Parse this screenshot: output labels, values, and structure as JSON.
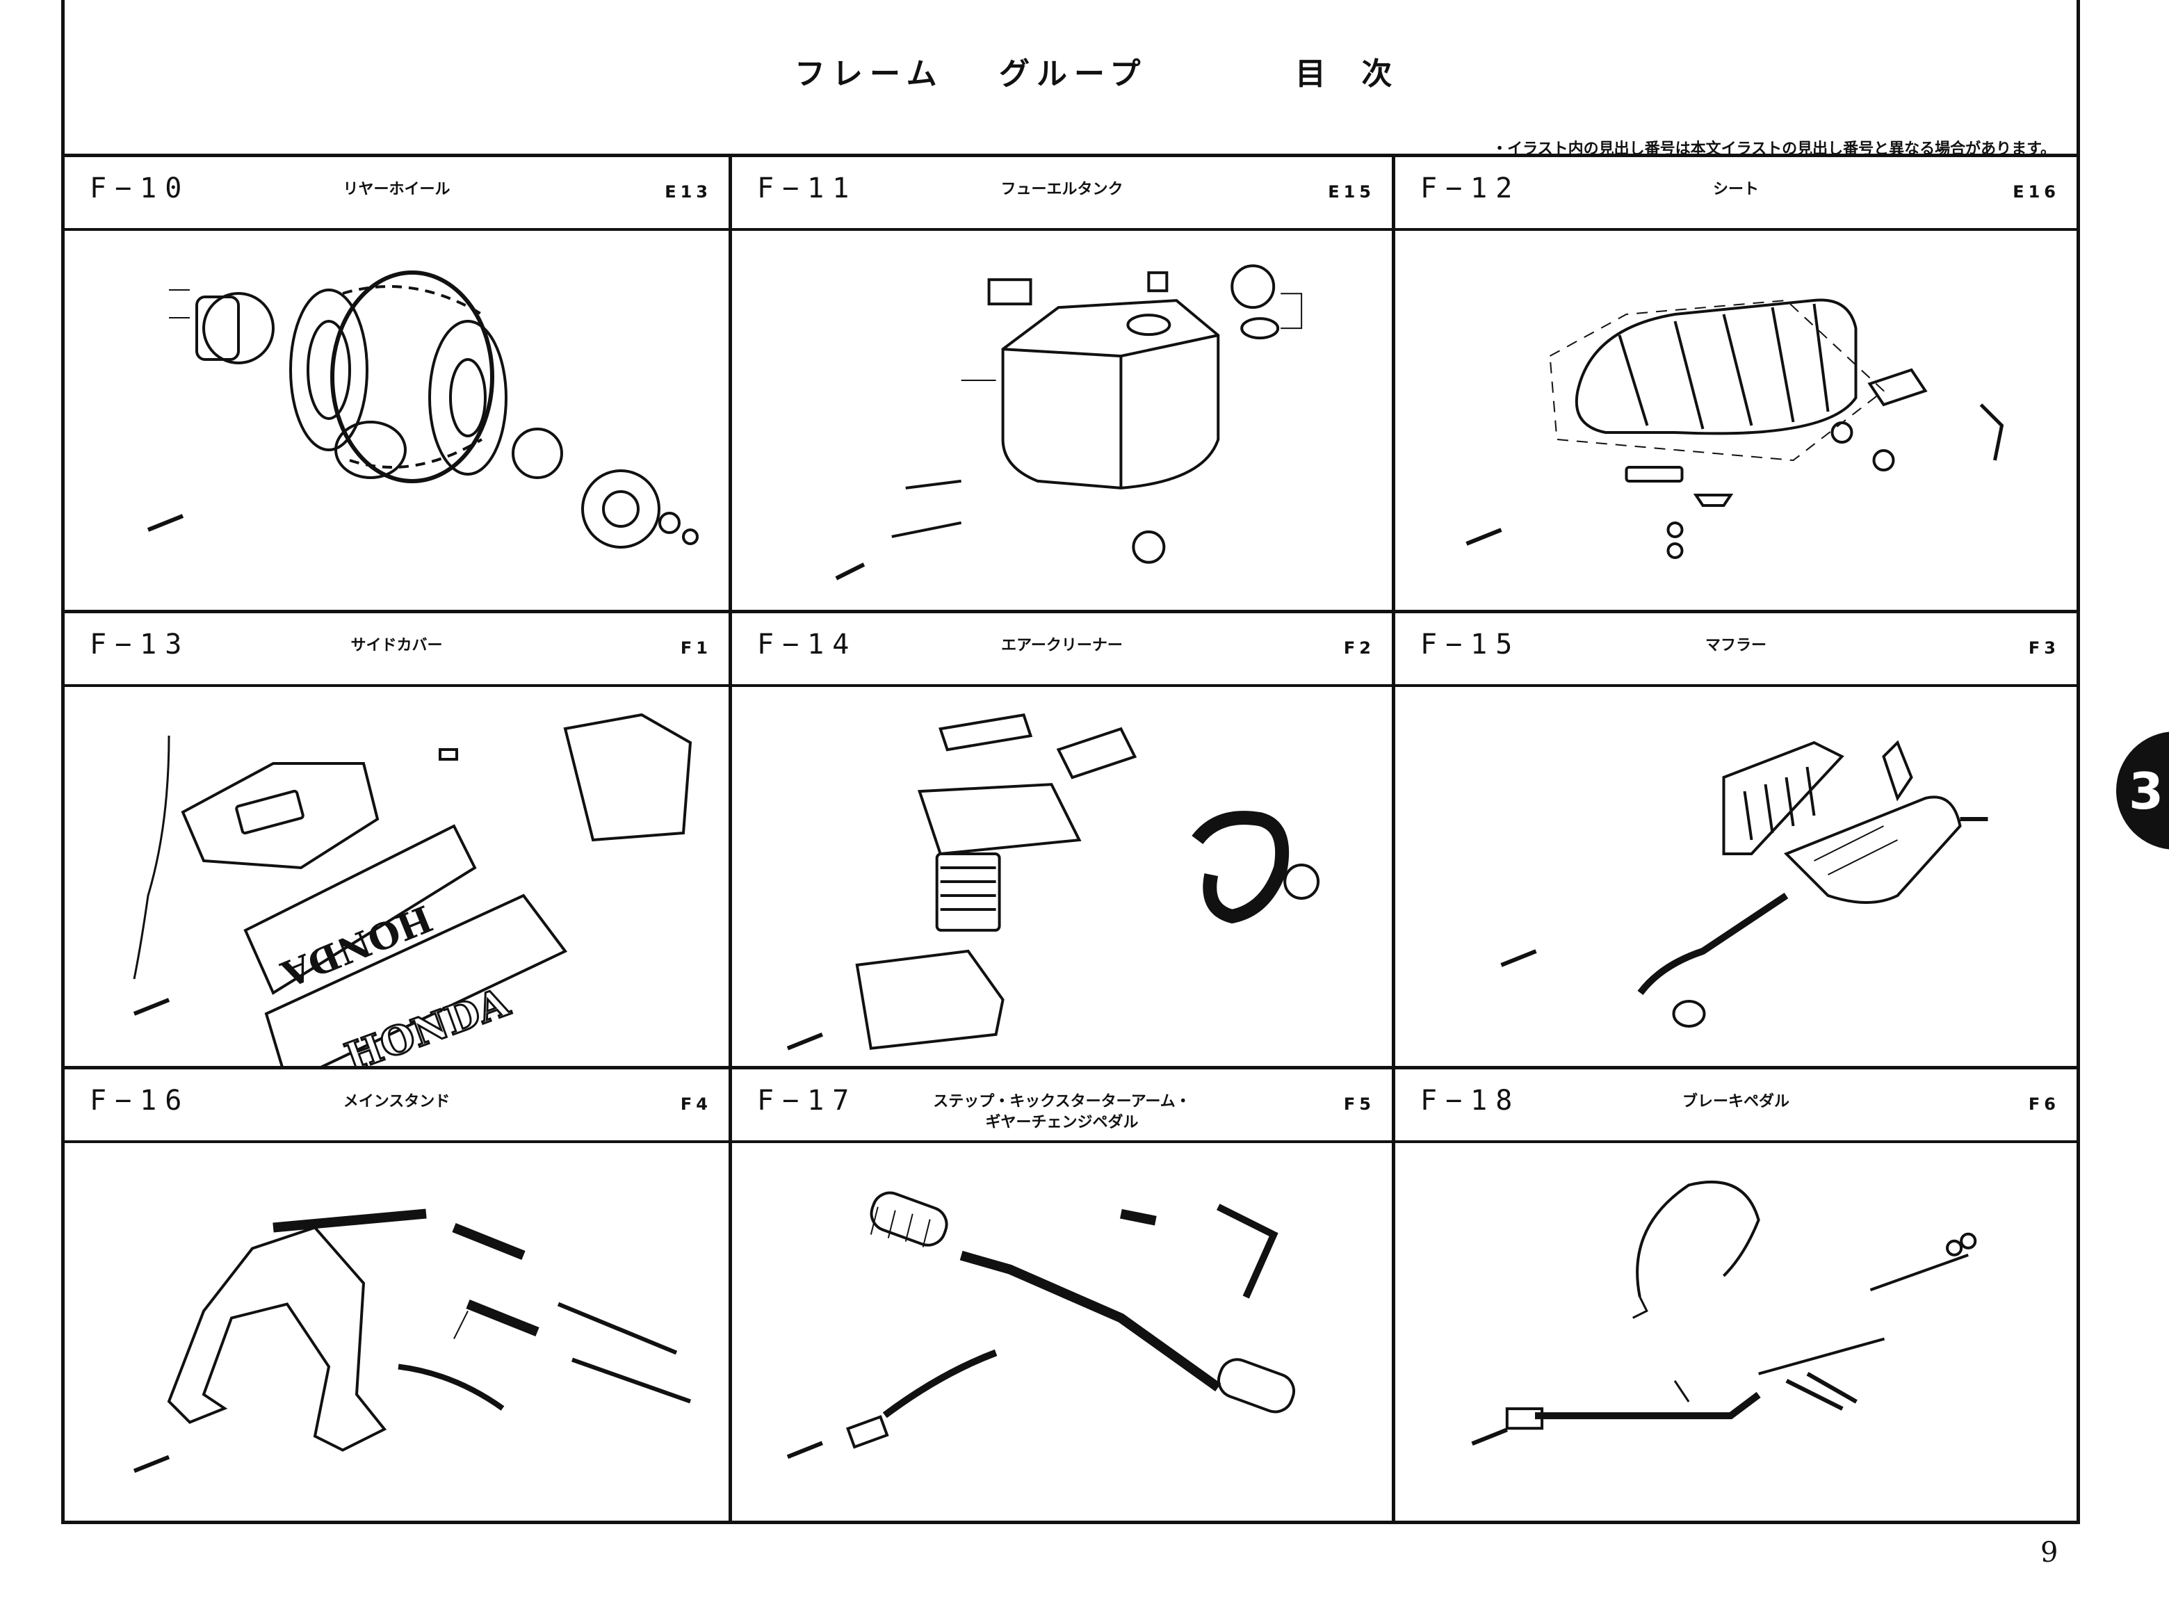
{
  "header": {
    "title": "フレーム　 グループ",
    "toc_label": "目 次",
    "note": "・イラスト内の見出し番号は本文イラストの見出し番号と異なる場合があります。"
  },
  "sections": [
    {
      "code": "F−10",
      "name": "リヤーホイール",
      "name2": "",
      "ref": "E13",
      "illustration": "rear-wheel-exploded-view"
    },
    {
      "code": "F−11",
      "name": "フューエルタンク",
      "name2": "",
      "ref": "E15",
      "illustration": "fuel-tank-exploded-view"
    },
    {
      "code": "F−12",
      "name": "シート",
      "name2": "",
      "ref": "E16",
      "illustration": "seat-exploded-view"
    },
    {
      "code": "F−13",
      "name": "サイドカバー",
      "name2": "",
      "ref": "F1",
      "illustration": "side-cover-exploded-view"
    },
    {
      "code": "F−14",
      "name": "エアークリーナー",
      "name2": "",
      "ref": "F2",
      "illustration": "air-cleaner-exploded-view"
    },
    {
      "code": "F−15",
      "name": "マフラー",
      "name2": "",
      "ref": "F3",
      "illustration": "muffler-exploded-view"
    },
    {
      "code": "F−16",
      "name": "メインスタンド",
      "name2": "",
      "ref": "F4",
      "illustration": "main-stand-exploded-view"
    },
    {
      "code": "F−17",
      "name": "ステップ・キックスターターアーム・",
      "name2": "ギヤーチェンジペダル",
      "ref": "F5",
      "illustration": "step-kick-starter-exploded-view"
    },
    {
      "code": "F−18",
      "name": "ブレーキペダル",
      "name2": "",
      "ref": "F6",
      "illustration": "brake-pedal-exploded-view"
    }
  ],
  "side_tab": "3",
  "page_number": "9"
}
